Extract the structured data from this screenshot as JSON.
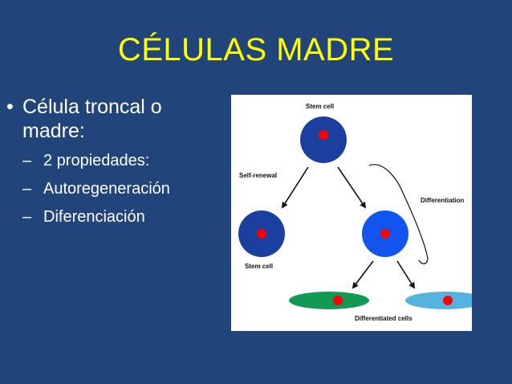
{
  "slide": {
    "title": "CÉLULAS MADRE",
    "bullet_main": "Célula troncal o madre:",
    "bullet_symbol": "•",
    "sub_dash": "–",
    "sub_items": [
      "2 propiedades:",
      "Autoregeneración",
      "Diferenciación"
    ]
  },
  "diagram": {
    "labels": {
      "stem_top": "Stem cell",
      "self_renewal": "Self-renewal",
      "differentiation": "Differentiation",
      "stem_bottom": "Stem cell",
      "differentiated": "Differentiated cells"
    },
    "colors": {
      "slide_bg": "#21457a",
      "title": "#ffff00",
      "stem_cell": "#1a3f9e",
      "progenitor": "#1155ee",
      "green_cell": "#129a55",
      "light_blue_cell": "#55b3e0",
      "nucleus": "#ff0000"
    }
  }
}
